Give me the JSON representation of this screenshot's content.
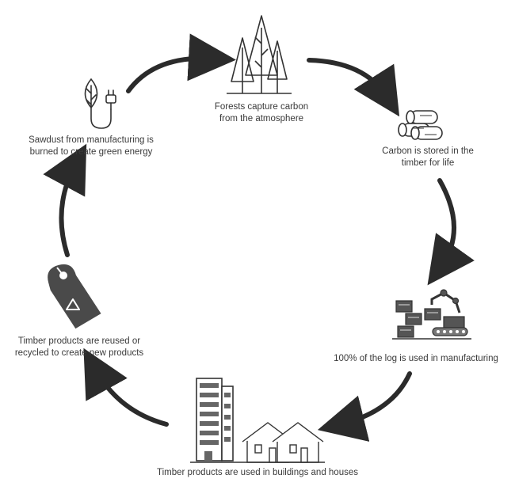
{
  "colors": {
    "arrow": "#2b2b2b",
    "icon_stroke": "#333333",
    "icon_fill": "#4a4a4a",
    "text": "#3a3a3a"
  },
  "steps": [
    {
      "icon": "forest-icon",
      "line1": "Forests capture carbon",
      "line2": "from the atmosphere"
    },
    {
      "icon": "logs-icon",
      "line1": "Carbon is stored in the",
      "line2": "timber for life"
    },
    {
      "icon": "manufacturing-icon",
      "line1": "100% of the log is used in manufacturing",
      "line2": ""
    },
    {
      "icon": "buildings-icon",
      "line1": "Timber products are used in buildings and houses",
      "line2": ""
    },
    {
      "icon": "recycle-tag-icon",
      "line1": "Timber products are reused or",
      "line2": "recycled to create new products"
    },
    {
      "icon": "green-energy-icon",
      "line1": "Sawdust from manufacturing is",
      "line2": "burned to create green energy"
    }
  ]
}
